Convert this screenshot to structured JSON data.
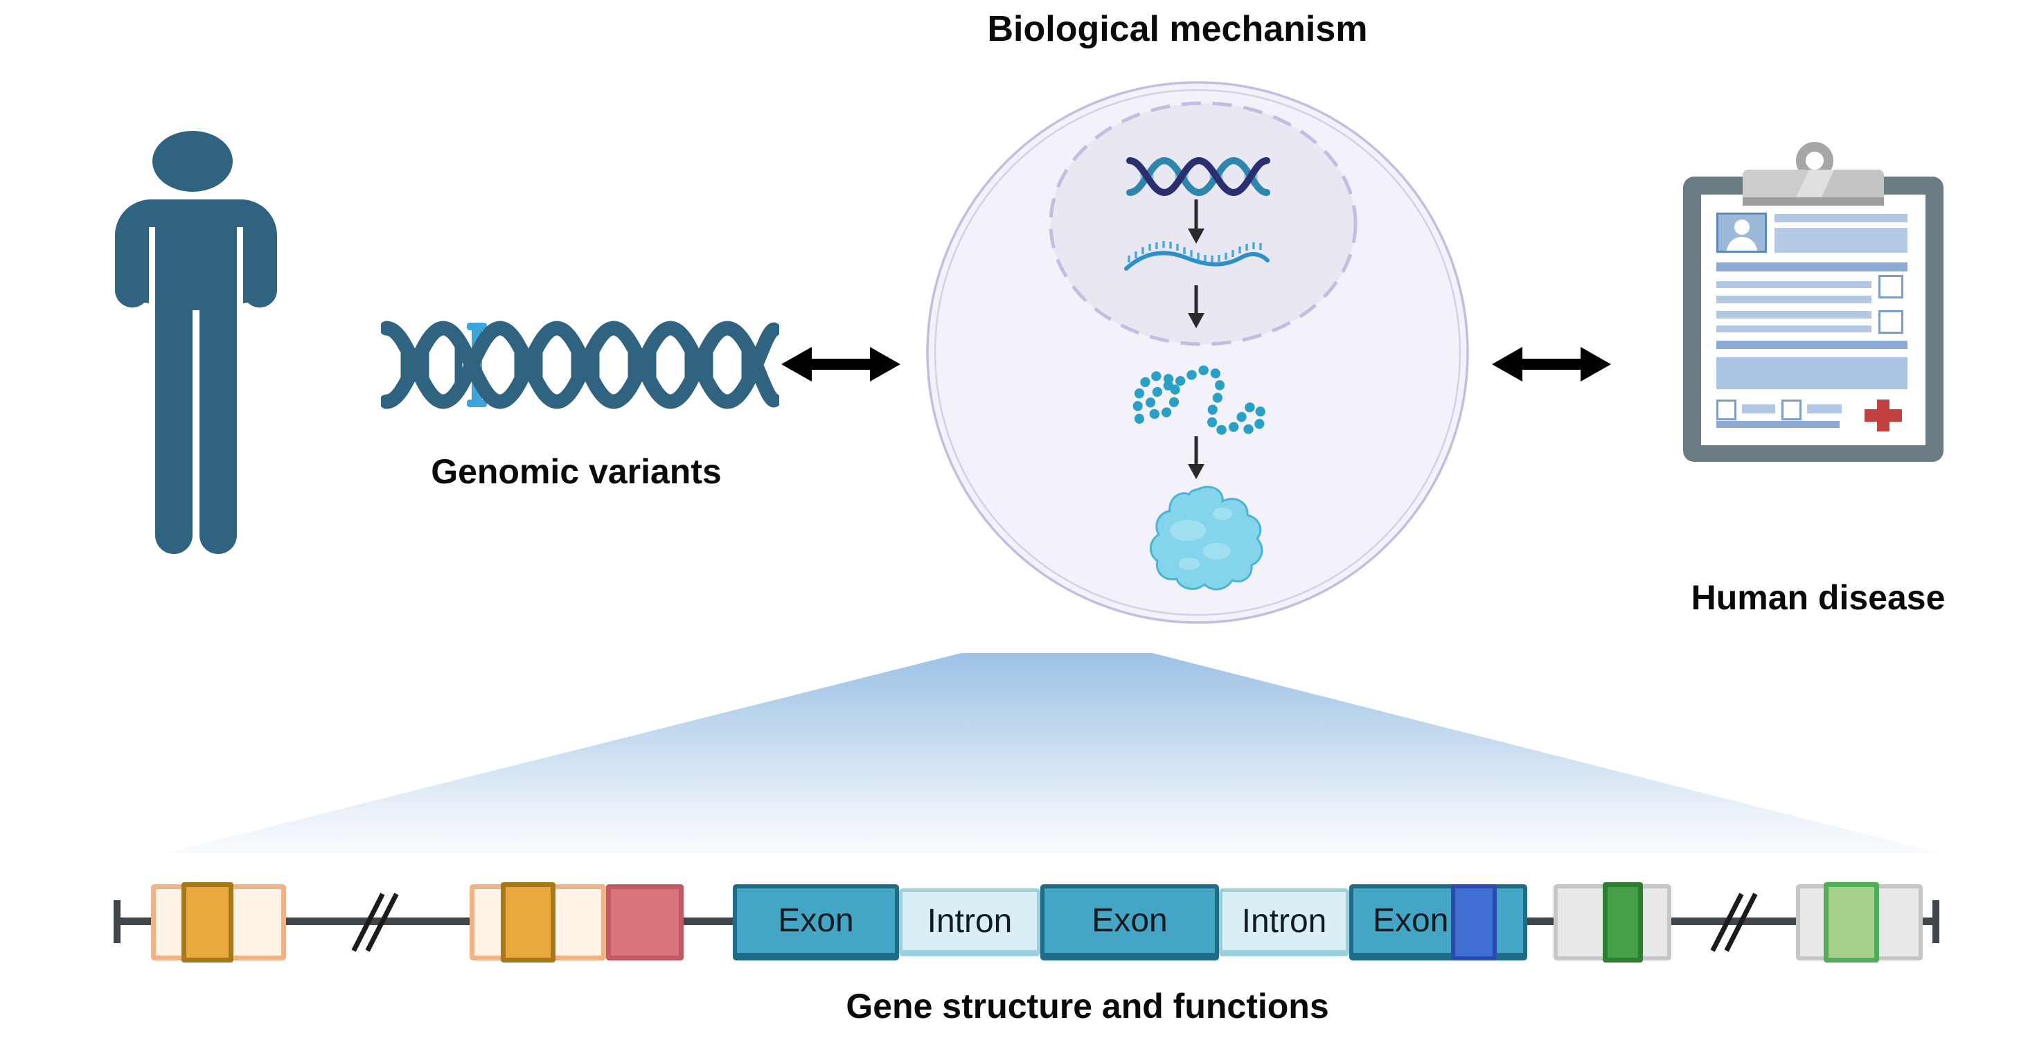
{
  "labels": {
    "biological_mechanism": "Biological mechanism",
    "genomic_variants": "Genomic variants",
    "human_disease": "Human disease"
  },
  "gene_track": {
    "caption": "Gene structure and functions",
    "segments": [
      {
        "type": "exon",
        "label": "Exon"
      },
      {
        "type": "intron",
        "label": "Intron"
      },
      {
        "type": "exon",
        "label": "Exon"
      },
      {
        "type": "intron",
        "label": "Intron"
      },
      {
        "type": "exon",
        "label": "Exon"
      }
    ],
    "unlabeled_elements": [
      "left terminal tick",
      "regulatory box with orange element",
      "line break",
      "regulatory box with orange element",
      "red element box",
      "blue element inside last exon",
      "gray box with dark green element",
      "line break",
      "gray box with light green element",
      "right terminal tick"
    ]
  },
  "icons": {
    "person-icon": "standing human pictogram",
    "dna-helix-icon": "double helix with highlighted variant rung",
    "variant-mark-icon": "light blue I-shaped rung",
    "double-arrow-icon": "black two-headed horizontal arrow",
    "cell-icon": "round cell with membrane",
    "nucleus-icon": "dashed-outline nucleus",
    "nuclear-dna-icon": "small double helix",
    "mrna-icon": "wavy single strand with comb ticks",
    "down-arrow-icon": "thin black downward arrow",
    "polypeptide-icon": "beaded chain squiggle",
    "protein-icon": "folded protein blob",
    "clipboard-icon": "medical record clipboard",
    "avatar-icon": "patient photo placeholder",
    "checkbox-icon": "empty square checkbox",
    "medical-cross-icon": "red cross",
    "track-break-icon": "double slash line break",
    "terminal-tick-icon": "vertical end bar"
  },
  "colors": {
    "person_blue": "#2f6380",
    "variant_highlight": "#3fa3dc",
    "arrow_black": "#000000",
    "cell_fill": "#f3f1f9",
    "cell_border": "#c6bcdf",
    "nucleus_fill": "#e9e7f2",
    "nucleus_border": "#c5bce2",
    "dna_navy": "#2b2f70",
    "dna_teal": "#2f86ad",
    "rna_blue": "#2f8fc9",
    "bead_blue": "#2aa0c6",
    "protein_blue": "#84d5eb",
    "funnel_top": "#9dc2e5",
    "track_line": "#3f454b",
    "exon_fill": "#45a5c5",
    "exon_border": "#1f6c88",
    "intron_fill": "#daeff5",
    "intron_border": "#9ccfdc",
    "regulatory_fill": "#fdf3e6",
    "regulatory_border": "#f0b387",
    "orange_fill": "#eaa93c",
    "orange_border": "#a6781a",
    "red_fill": "#d9737c",
    "red_border": "#c05a63",
    "blue_fill": "#3f6fd2",
    "blue_border": "#2a4cb0",
    "gray_fill": "#e8e8e8",
    "gray_border": "#c6c6c6",
    "green_dark": "#46a048",
    "green_light": "#a5cf8d",
    "clipboard_frame": "#6b7b83",
    "clipboard_clip": "#c3c3c3",
    "record_blue_light": "#b0c8e4",
    "record_blue_dark": "#8cacd6",
    "cross_red": "#c04040"
  }
}
